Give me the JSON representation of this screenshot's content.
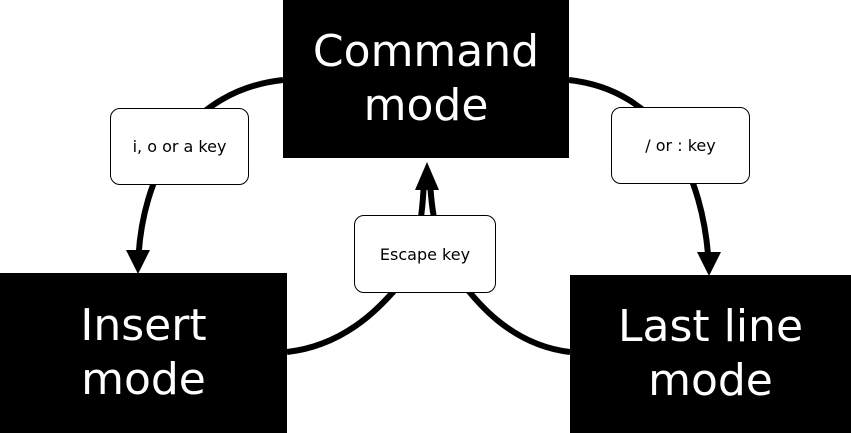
{
  "diagram": {
    "nodes": {
      "command_mode": {
        "label": "Command\nmode"
      },
      "insert_mode": {
        "label": "Insert\nmode"
      },
      "last_line_mode": {
        "label": "Last line\nmode"
      }
    },
    "edges": {
      "command_to_insert": {
        "label": "i, o or a key"
      },
      "command_to_last_line": {
        "label": "/ or : key"
      },
      "to_command": {
        "label": "Escape key"
      }
    },
    "colors": {
      "node_fill": "#000000",
      "node_text": "#ffffff",
      "edge_stroke": "#000000",
      "label_fill": "#ffffff"
    }
  }
}
